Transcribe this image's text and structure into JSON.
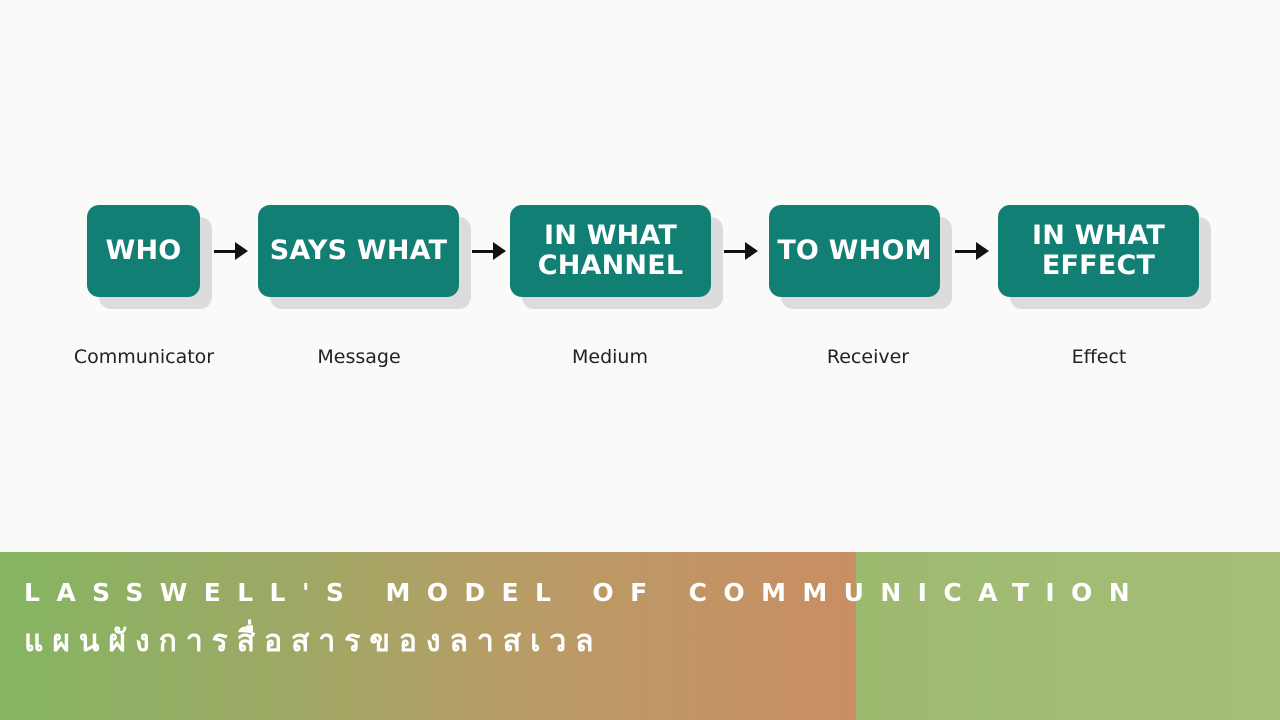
{
  "steps": [
    {
      "label": "WHO",
      "role": "Communicator"
    },
    {
      "label": "SAYS WHAT",
      "role": "Message"
    },
    {
      "label": "IN WHAT CHANNEL",
      "role": "Medium"
    },
    {
      "label": "TO WHOM",
      "role": "Receiver"
    },
    {
      "label": "IN WHAT EFFECT",
      "role": "Effect"
    }
  ],
  "banner": {
    "title_en": "LASSWELL'S MODEL OF COMMUNICATION",
    "title_th": "แผนผังการสื่อสารของลาสเวล"
  },
  "colors": {
    "box": "#117f74",
    "box_text": "#ffffff",
    "arrow": "#111111",
    "banner_green": "#88b868",
    "banner_orange": "#c68f62"
  }
}
